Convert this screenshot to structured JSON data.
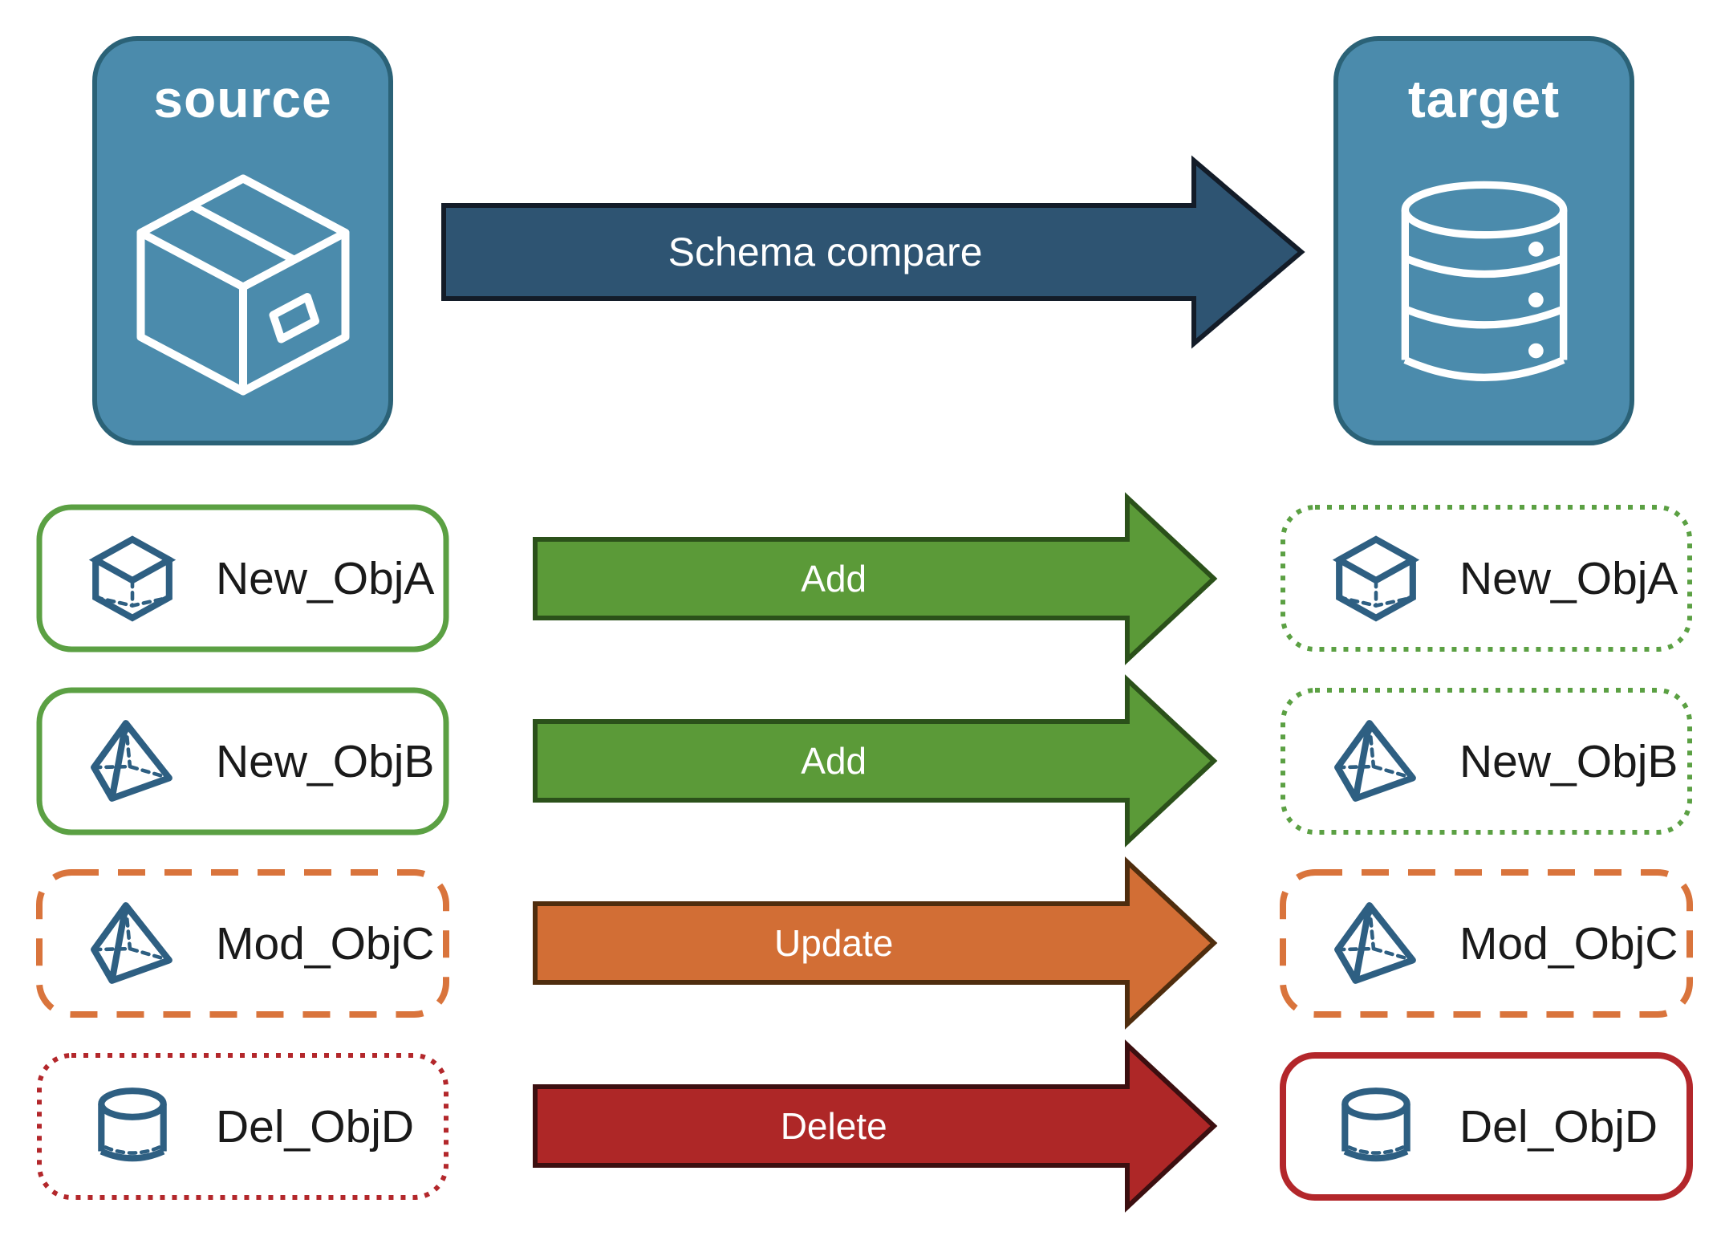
{
  "header": {
    "source": {
      "label": "source",
      "icon": "package-box",
      "fill": "#4b8bac",
      "border": "#2b6277"
    },
    "target": {
      "label": "target",
      "icon": "database",
      "fill": "#4b8bac",
      "border": "#2b6277"
    },
    "compare_arrow": {
      "label": "Schema compare",
      "fill": "#2e5472",
      "stroke": "#131c28"
    }
  },
  "icon_color": "#2e5f82",
  "rows": [
    {
      "object": "New_ObjA",
      "icon": "cube",
      "action": "Add",
      "arrow": {
        "fill": "#5b9a38",
        "stroke": "#2b511a"
      },
      "source_box": {
        "border_color": "#5ba043",
        "border_style": "solid"
      },
      "target_box": {
        "border_color": "#5ba043",
        "border_style": "dotted"
      }
    },
    {
      "object": "New_ObjB",
      "icon": "pyramid",
      "action": "Add",
      "arrow": {
        "fill": "#5b9a38",
        "stroke": "#2b511a"
      },
      "source_box": {
        "border_color": "#5ba043",
        "border_style": "solid"
      },
      "target_box": {
        "border_color": "#5ba043",
        "border_style": "dotted"
      }
    },
    {
      "object": "Mod_ObjC",
      "icon": "pyramid",
      "action": "Update",
      "arrow": {
        "fill": "#d26e35",
        "stroke": "#4f2d0e"
      },
      "source_box": {
        "border_color": "#d9743c",
        "border_style": "dashed"
      },
      "target_box": {
        "border_color": "#d9743c",
        "border_style": "dashed"
      }
    },
    {
      "object": "Del_ObjD",
      "icon": "cylinder",
      "action": "Delete",
      "arrow": {
        "fill": "#ae2727",
        "stroke": "#3c0f10"
      },
      "source_box": {
        "border_color": "#b3272b",
        "border_style": "dotted"
      },
      "target_box": {
        "border_color": "#b3272b",
        "border_style": "solid"
      }
    }
  ]
}
